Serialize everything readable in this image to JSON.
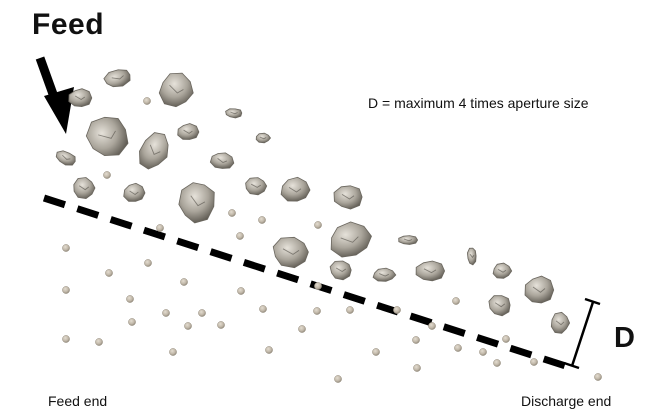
{
  "labels": {
    "feed": "Feed",
    "note": "D = maximum 4 times aperture size",
    "dimension": "D",
    "feed_end": "Feed end",
    "discharge_end": "Discharge end"
  },
  "colors": {
    "text": "#111111",
    "deck_line": "#000000",
    "rock_light": "#d6d2c9",
    "rock_mid": "#a8a39a",
    "rock_dark": "#5a564f",
    "pebble": "#c4bcae",
    "pebble_shade": "#8f877a"
  },
  "icons": {
    "feed_arrow": "arrow-down-right-icon",
    "dimension_marker": "dimension-bracket-icon"
  }
}
